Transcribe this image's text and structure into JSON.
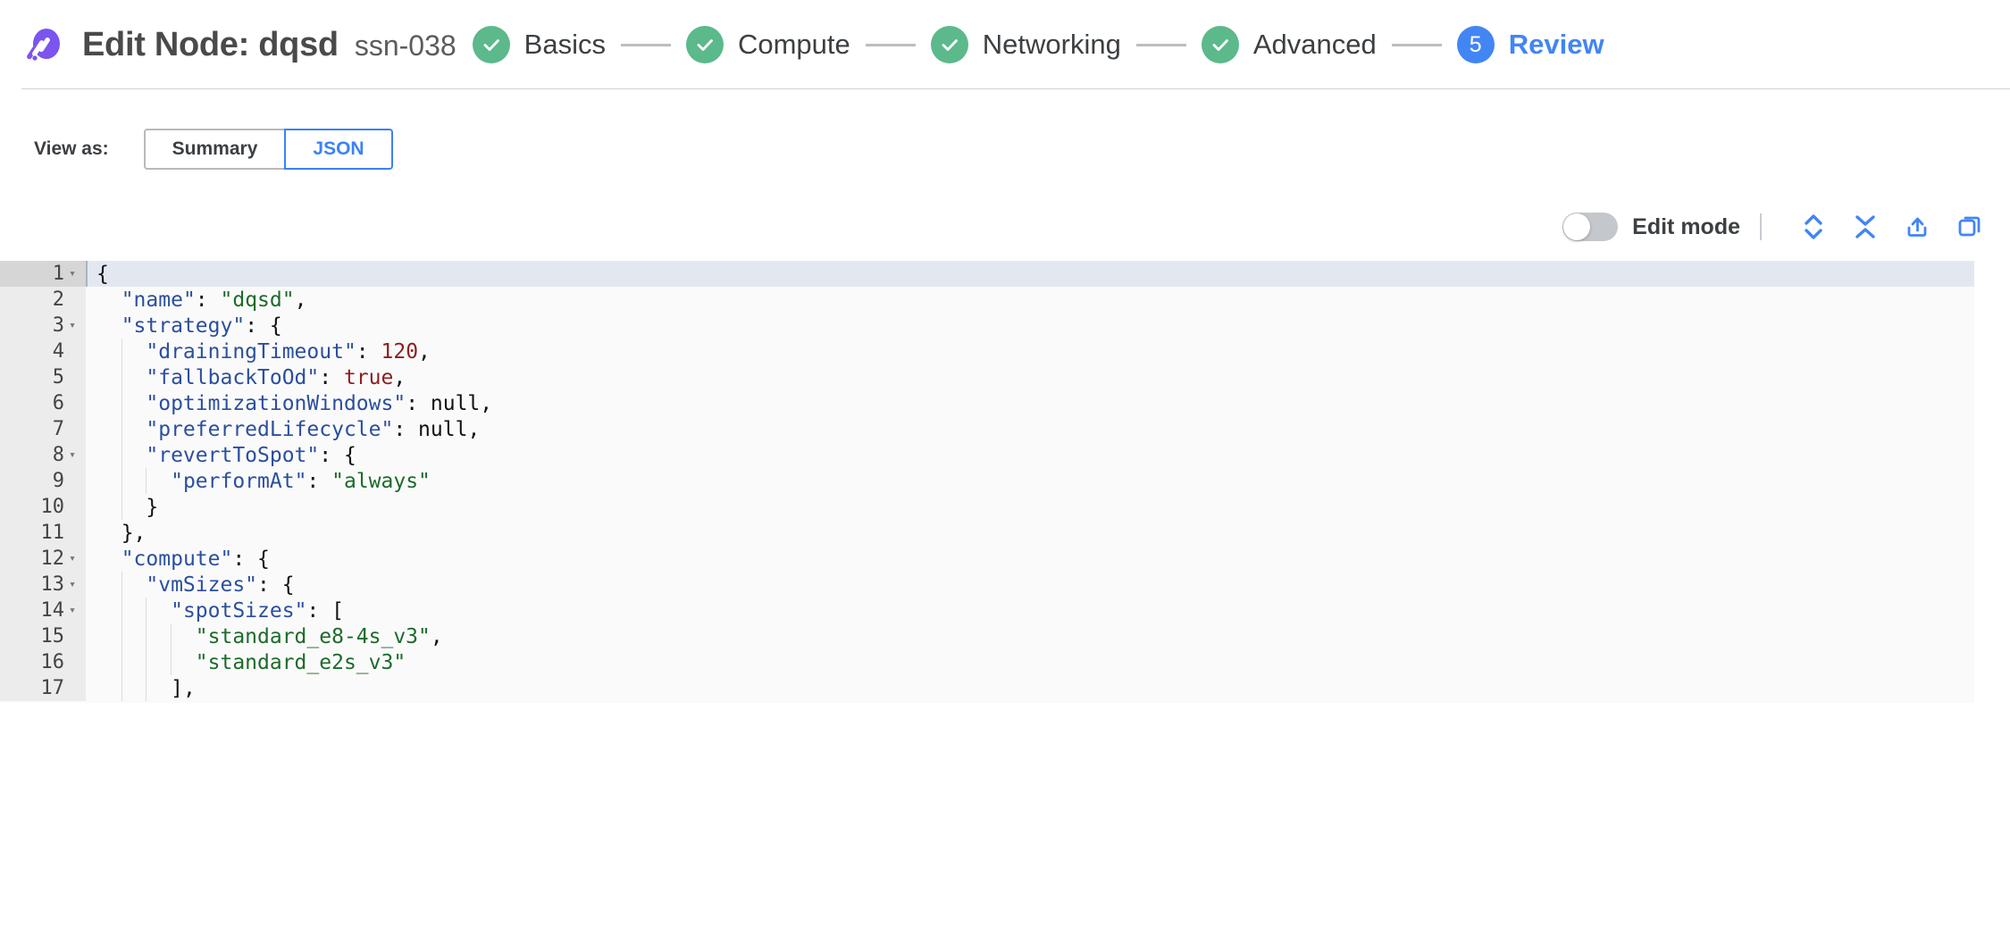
{
  "header": {
    "logo_icon": "spot-logo-icon",
    "title": "Edit Node: dqsd",
    "subtitle": "ssn-038"
  },
  "stepper": {
    "steps": [
      {
        "label": "Basics",
        "state": "done",
        "badge": "✓"
      },
      {
        "label": "Compute",
        "state": "done",
        "badge": "✓"
      },
      {
        "label": "Networking",
        "state": "done",
        "badge": "✓"
      },
      {
        "label": "Advanced",
        "state": "done",
        "badge": "✓"
      },
      {
        "label": "Review",
        "state": "current",
        "badge": "5"
      }
    ]
  },
  "view_as": {
    "label": "View as:",
    "options": [
      {
        "label": "Summary",
        "selected": false
      },
      {
        "label": "JSON",
        "selected": true
      }
    ]
  },
  "editor_toolbar": {
    "edit_mode_label": "Edit mode",
    "edit_mode_on": false,
    "icons": [
      {
        "name": "expand-all-icon",
        "title": "Expand all"
      },
      {
        "name": "collapse-all-icon",
        "title": "Collapse all"
      },
      {
        "name": "export-icon",
        "title": "Export"
      },
      {
        "name": "copy-icon",
        "title": "Copy"
      }
    ]
  },
  "colors": {
    "accent_blue": "#4285f4",
    "step_done_green": "#5cb98b",
    "logo_purple": "#7c54f0",
    "json_key": "#2b4f9e",
    "json_string": "#1d6b2b",
    "json_number": "#8b2020",
    "active_line": "#e3e8f0"
  },
  "json_editor": {
    "active_line": 1,
    "lines": [
      {
        "n": 1,
        "fold": true,
        "indent": 0,
        "tokens": [
          {
            "t": "punct",
            "v": "{"
          }
        ]
      },
      {
        "n": 2,
        "fold": false,
        "indent": 1,
        "tokens": [
          {
            "t": "key",
            "v": "\"name\""
          },
          {
            "t": "punct",
            "v": ": "
          },
          {
            "t": "str",
            "v": "\"dqsd\""
          },
          {
            "t": "punct",
            "v": ","
          }
        ]
      },
      {
        "n": 3,
        "fold": true,
        "indent": 1,
        "tokens": [
          {
            "t": "key",
            "v": "\"strategy\""
          },
          {
            "t": "punct",
            "v": ": {"
          }
        ]
      },
      {
        "n": 4,
        "fold": false,
        "indent": 2,
        "tokens": [
          {
            "t": "key",
            "v": "\"drainingTimeout\""
          },
          {
            "t": "punct",
            "v": ": "
          },
          {
            "t": "num",
            "v": "120"
          },
          {
            "t": "punct",
            "v": ","
          }
        ]
      },
      {
        "n": 5,
        "fold": false,
        "indent": 2,
        "tokens": [
          {
            "t": "key",
            "v": "\"fallbackToOd\""
          },
          {
            "t": "punct",
            "v": ": "
          },
          {
            "t": "bool",
            "v": "true"
          },
          {
            "t": "punct",
            "v": ","
          }
        ]
      },
      {
        "n": 6,
        "fold": false,
        "indent": 2,
        "tokens": [
          {
            "t": "key",
            "v": "\"optimizationWindows\""
          },
          {
            "t": "punct",
            "v": ": "
          },
          {
            "t": "null",
            "v": "null"
          },
          {
            "t": "punct",
            "v": ","
          }
        ]
      },
      {
        "n": 7,
        "fold": false,
        "indent": 2,
        "tokens": [
          {
            "t": "key",
            "v": "\"preferredLifecycle\""
          },
          {
            "t": "punct",
            "v": ": "
          },
          {
            "t": "null",
            "v": "null"
          },
          {
            "t": "punct",
            "v": ","
          }
        ]
      },
      {
        "n": 8,
        "fold": true,
        "indent": 2,
        "tokens": [
          {
            "t": "key",
            "v": "\"revertToSpot\""
          },
          {
            "t": "punct",
            "v": ": {"
          }
        ]
      },
      {
        "n": 9,
        "fold": false,
        "indent": 3,
        "tokens": [
          {
            "t": "key",
            "v": "\"performAt\""
          },
          {
            "t": "punct",
            "v": ": "
          },
          {
            "t": "str",
            "v": "\"always\""
          }
        ]
      },
      {
        "n": 10,
        "fold": false,
        "indent": 2,
        "tokens": [
          {
            "t": "punct",
            "v": "}"
          }
        ]
      },
      {
        "n": 11,
        "fold": false,
        "indent": 1,
        "tokens": [
          {
            "t": "punct",
            "v": "},"
          }
        ]
      },
      {
        "n": 12,
        "fold": true,
        "indent": 1,
        "tokens": [
          {
            "t": "key",
            "v": "\"compute\""
          },
          {
            "t": "punct",
            "v": ": {"
          }
        ]
      },
      {
        "n": 13,
        "fold": true,
        "indent": 2,
        "tokens": [
          {
            "t": "key",
            "v": "\"vmSizes\""
          },
          {
            "t": "punct",
            "v": ": {"
          }
        ]
      },
      {
        "n": 14,
        "fold": true,
        "indent": 3,
        "tokens": [
          {
            "t": "key",
            "v": "\"spotSizes\""
          },
          {
            "t": "punct",
            "v": ": ["
          }
        ]
      },
      {
        "n": 15,
        "fold": false,
        "indent": 4,
        "tokens": [
          {
            "t": "str",
            "v": "\"standard_e8-4s_v3\""
          },
          {
            "t": "punct",
            "v": ","
          }
        ]
      },
      {
        "n": 16,
        "fold": false,
        "indent": 4,
        "tokens": [
          {
            "t": "str",
            "v": "\"standard_e2s_v3\""
          }
        ]
      },
      {
        "n": 17,
        "fold": false,
        "indent": 3,
        "tokens": [
          {
            "t": "punct",
            "v": "],"
          }
        ]
      }
    ]
  }
}
